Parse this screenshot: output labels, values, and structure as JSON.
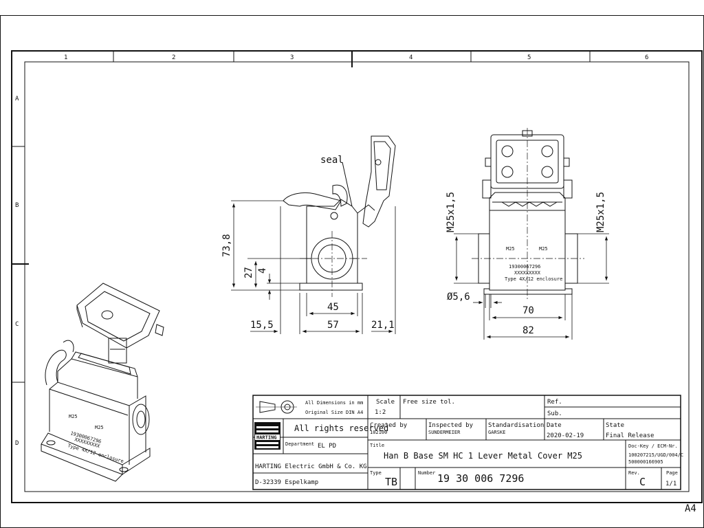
{
  "border": {
    "columns": [
      "1",
      "2",
      "3",
      "4",
      "5",
      "6"
    ],
    "rows": [
      "A",
      "B",
      "C",
      "D"
    ],
    "sheet_size": "A4"
  },
  "drawing": {
    "callouts": {
      "seal": "seal"
    },
    "dimensions": {
      "height_total": "73,8",
      "height_axis": "27",
      "height_small": "4",
      "width_45": "45",
      "width_57": "57",
      "offset_left": "15,5",
      "offset_right": "21,1",
      "thread_left": "M25x1,5",
      "thread_right": "M25x1,5",
      "hole_diameter": "Ø5,6",
      "width_70": "70",
      "width_82": "82"
    },
    "markings": {
      "thread_label": "M25",
      "part_number": "19300067296",
      "serial": "XXXXXXXXX",
      "type": "Type 4X/12 enclosure"
    }
  },
  "title_block": {
    "dims_note_1": "All Dimensions in mm",
    "dims_note_2": "Original Size DIN A4",
    "scale_label": "Scale",
    "scale_value": "1:2",
    "tolerance_label": "Free size tol.",
    "ref_label": "Ref.",
    "sub_label": "Sub.",
    "rights": "All rights reserved",
    "logo_text": "HARTING",
    "created_label": "Created by",
    "created_value": "102100",
    "inspected_label": "Inspected by",
    "inspected_value": "SUNDERMEIER",
    "standard_label": "Standardisation",
    "standard_value": "GARSKE",
    "date_label": "Date",
    "date_value": "2020-02-19",
    "state_label": "State",
    "state_value": "Final Release",
    "department_label": "Department",
    "department_value": "EL PD",
    "title_label": "Title",
    "title_value": "Han B Base SM HC 1 Lever Metal Cover M25",
    "dockey_label": "Doc-Key / ECM-Nr.",
    "dockey_value_1": "100207215/UGD/004/C",
    "dockey_value_2": "500000166905",
    "company_1": "HARTING Electric GmbH & Co. KG",
    "company_2": "D-32339 Espelkamp",
    "type_label": "Type",
    "type_value": "TB",
    "number_label": "Number",
    "number_value": "19 30 006 7296",
    "rev_label": "Rev.",
    "rev_value": "C",
    "page_label": "Page",
    "page_value": "1/1"
  },
  "colors": {
    "line": "#111111",
    "background": "#ffffff"
  }
}
